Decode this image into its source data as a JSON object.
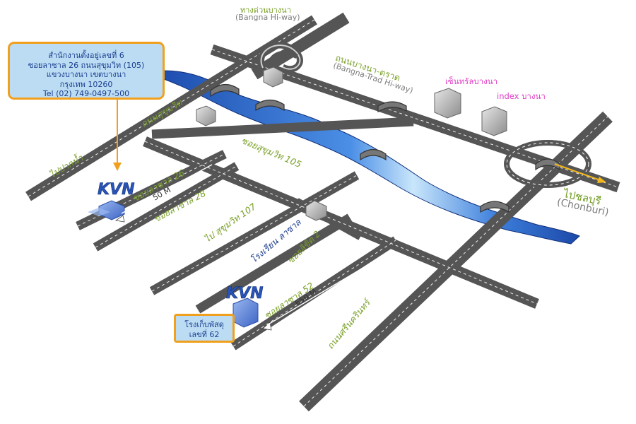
{
  "office_callout": {
    "lines": [
      "สำนักงานตั้งอยู่เลขที่ 6",
      "ซอยลาซาล 26 ถนนสุขุมวิท (105)",
      "แขวงบางนา  เขตบางนา",
      "กรุงเทพ 10260",
      "Tel (02) 749-0497-500"
    ]
  },
  "warehouse_callout": {
    "lines": [
      "โรงเก็บพัสดุ",
      "เลขที่ 62"
    ]
  },
  "roads": {
    "bangna_hiway_th": "ทางด่วนบางนา",
    "bangna_hiway_en": "(Bangna Hi-way)",
    "bangna_trad_th": "ถนนบางนา-ตราด",
    "bangna_trad_en": "(Bangna-Trad Hi-way)",
    "sukhumvit": "ถนนสุขุมวิท",
    "to_paknam": "ไปปากน้ำ",
    "soi_sukhumvit_105": "ซอยสุขุมวิท 105",
    "soi_lasalle_26": "ซอยลาซาล 26",
    "soi_lasalle_28": "ซอยลาซาล 28",
    "to_sukhumvit_107": "ไป สุขุมวิท 107",
    "lasalle_school": "โรงเรียน ลาซาล",
    "soi_likhit_2": "ซอยลิขิต 2",
    "soi_lasalle_52": "ซอยลาซาล 52",
    "srinakarin": "ถนนศรีนครินทร์",
    "to_chonburi_th": "ไปชลบุรี",
    "to_chonburi_en": "(Chonburi)"
  },
  "landmarks": {
    "central_bangna": "เซ็นทรัลบางนา",
    "index_bangna": "index บางนา"
  },
  "distances": {
    "d50": "50 M",
    "d650": "650 M"
  },
  "logo_text": "KVN",
  "colors": {
    "road": "#5a5a5a",
    "river": "#2a6fd6",
    "callout_border": "#f0a01c",
    "callout_fill": "#bcdcf4",
    "label_green": "#7ba12a",
    "label_navy": "#1f3f8f",
    "label_pink": "#e23bc6"
  }
}
